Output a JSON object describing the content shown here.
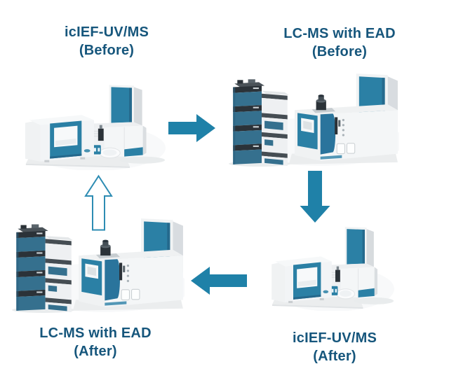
{
  "colors": {
    "background": "#ffffff",
    "label_text": "#16567C",
    "arrow_fill": "#1F81A8",
    "arrow_outline": "#2D8CB3",
    "teal_bright": "#2B80A5",
    "teal_muted": "#35708E",
    "ink_dark": "#2B3238"
  },
  "diagram": {
    "nodes": [
      {
        "id": "top-left",
        "title": "icIEF-UV/MS",
        "state": "(Before)"
      },
      {
        "id": "top-right",
        "title": "LC-MS with EAD",
        "state": "(Before)"
      },
      {
        "id": "bottom-left",
        "title": "LC-MS with EAD",
        "state": "(After)"
      },
      {
        "id": "bottom-right",
        "title": "icIEF-UV/MS",
        "state": "(After)"
      }
    ],
    "arrows": [
      {
        "direction": "right",
        "style": "solid",
        "from": "top-left",
        "to": "top-right"
      },
      {
        "direction": "down",
        "style": "solid",
        "from": "top-right",
        "to": "bottom-right"
      },
      {
        "direction": "left",
        "style": "solid",
        "from": "bottom-right",
        "to": "bottom-left"
      },
      {
        "direction": "up",
        "style": "outline",
        "from": "bottom-left",
        "to": "top-left"
      }
    ]
  }
}
